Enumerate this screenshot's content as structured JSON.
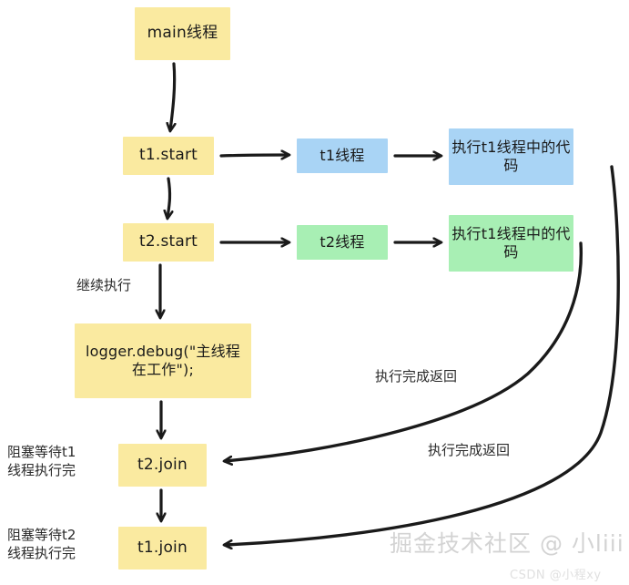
{
  "diagram": {
    "title": "Java thread start/join flow diagram",
    "colors": {
      "yellow": "#faeaa0",
      "blue": "#a9d4f5",
      "green": "#a8efb4",
      "stroke": "#1a1a1a",
      "watermark": "#d3d3d3"
    },
    "nodes": {
      "main_thread": "main线程",
      "t1_start": "t1.start",
      "t2_start": "t2.start",
      "t1_thread": "t1线程",
      "t2_thread": "t2线程",
      "t1_code": "执行t1线程中的代码",
      "t2_code": "执行t1线程中的代码",
      "logger_call": "logger.debug(\"主线程在工作\");",
      "t2_join": "t2.join",
      "t1_join": "t1.join"
    },
    "captions": {
      "continue_exec": "继续执行",
      "block_wait_t1": "阻塞等待t1\n线程执行完",
      "block_wait_t2": "阻塞等待t2\n线程执行完",
      "return_done_1": "执行完成返回",
      "return_done_2": "执行完成返回"
    },
    "watermark": {
      "primary": "掘金技术社区 @ 小liii",
      "secondary": "CSDN @小程xy"
    }
  }
}
